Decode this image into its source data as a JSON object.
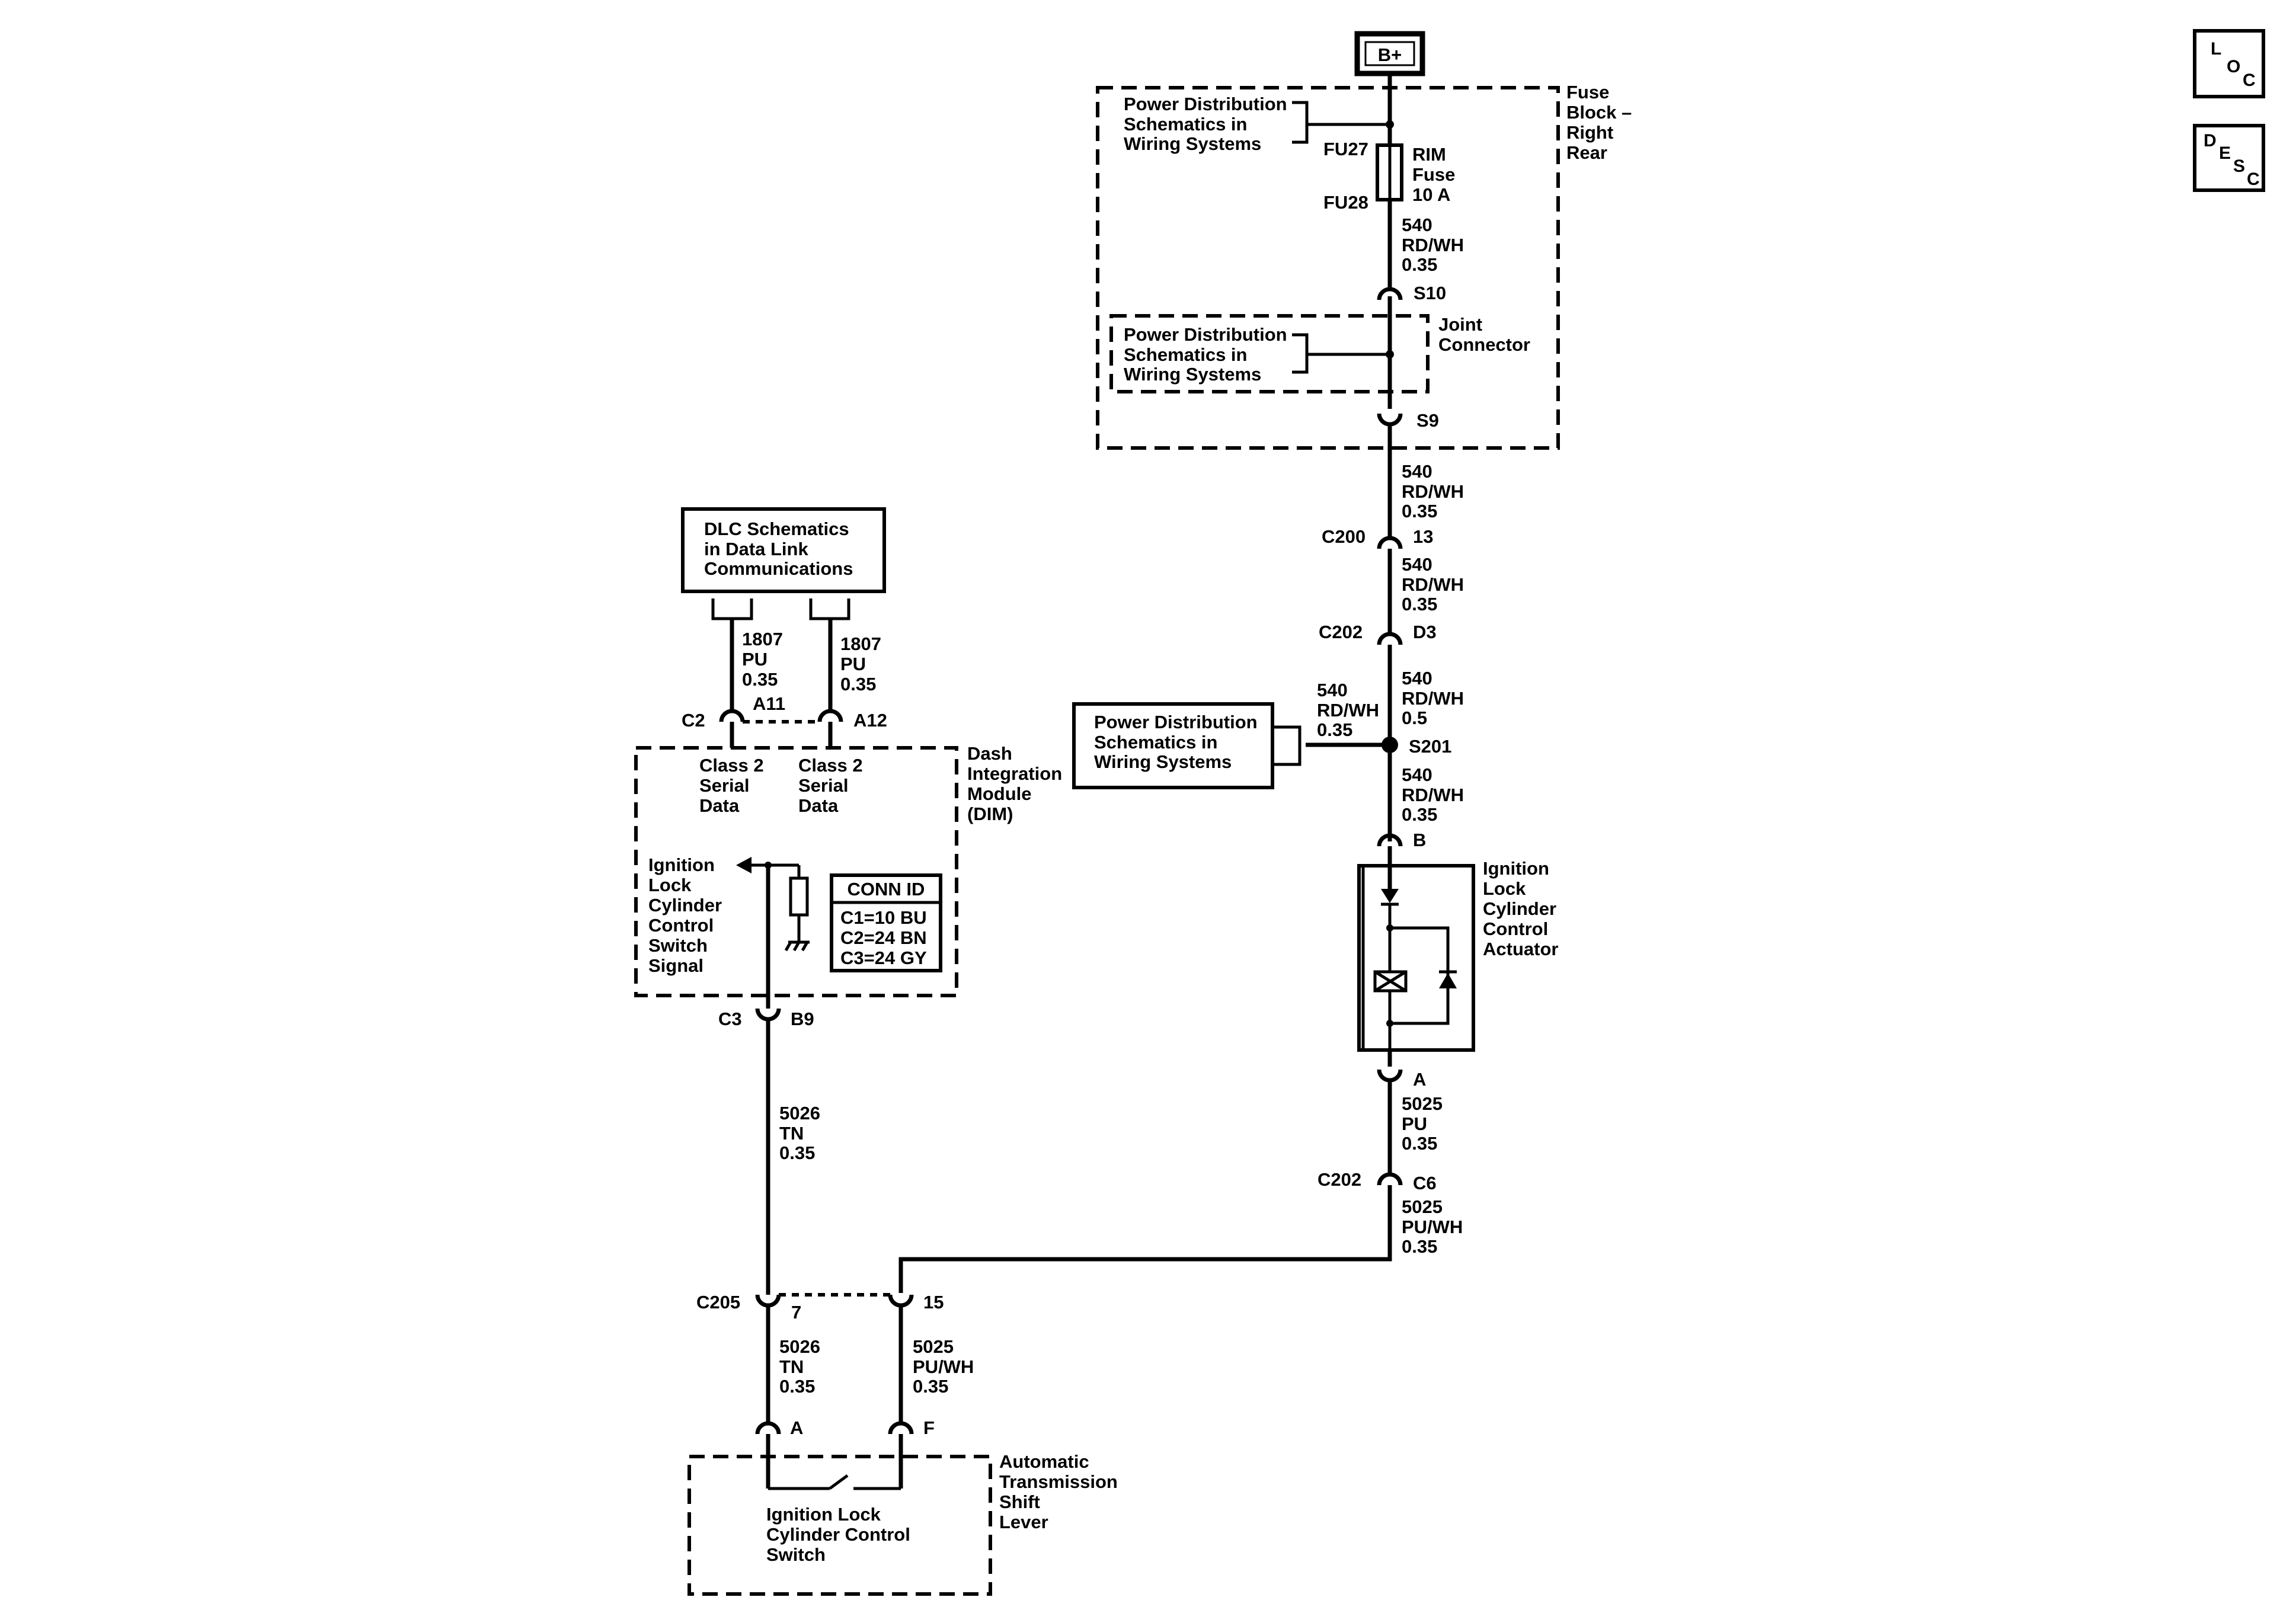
{
  "nav": {
    "loc": {
      "l": "L",
      "o": "O",
      "c": "C"
    },
    "desc": {
      "d": "D",
      "e": "E",
      "s": "S",
      "c": "C"
    }
  },
  "power": {
    "battery": "B+"
  },
  "fuse_block": {
    "title": [
      "Fuse",
      "Block –",
      "Right",
      "Rear"
    ],
    "pd_ref": [
      "Power Distribution",
      "Schematics in",
      "Wiring Systems"
    ],
    "fuse_in": "FU27",
    "fuse_out": "FU28",
    "fuse_label": [
      "RIM",
      "Fuse",
      "10 A"
    ],
    "splice_top": "S10",
    "splice_bottom": "S9",
    "joint_connector": [
      "Joint",
      "Connector"
    ],
    "joint_pd_ref": [
      "Power Distribution",
      "Schematics in",
      "Wiring Systems"
    ]
  },
  "wires": {
    "w540_a": [
      "540",
      "RD/WH",
      "0.35"
    ],
    "w540_b": [
      "540",
      "RD/WH",
      "0.35"
    ],
    "w540_c": [
      "540",
      "RD/WH",
      "0.35"
    ],
    "w540_d": [
      "540",
      "RD/WH",
      "0.5"
    ],
    "w540_e": [
      "540",
      "RD/WH",
      "0.35"
    ],
    "w540_branch": [
      "540",
      "RD/WH",
      "0.35"
    ],
    "w5025_a": [
      "5025",
      "PU",
      "0.35"
    ],
    "w5025_b": [
      "5025",
      "PU/WH",
      "0.35"
    ],
    "w5025_c": [
      "5025",
      "PU/WH",
      "0.35"
    ],
    "w5026_a": [
      "5026",
      "TN",
      "0.35"
    ],
    "w5026_b": [
      "5026",
      "TN",
      "0.35"
    ],
    "w1807_a": [
      "1807",
      "PU",
      "0.35"
    ],
    "w1807_b": [
      "1807",
      "PU",
      "0.35"
    ]
  },
  "connectors": {
    "c200": "C200",
    "c200_pin": "13",
    "c202_top": "C202",
    "c202_top_pin": "D3",
    "s201": "S201",
    "actuator_pin_top": "B",
    "actuator_pin_bottom": "A",
    "c202_bottom": "C202",
    "c202_bottom_pin": "C6",
    "c205": "C205",
    "c205_pin_a": "7",
    "c205_pin_b": "15",
    "shift_pin_a": "A",
    "shift_pin_f": "F",
    "c2": "C2",
    "c2_pin_a": "A11",
    "c2_pin_b": "A12",
    "c3": "C3",
    "c3_pin": "B9"
  },
  "pd_ref_splice": [
    "Power Distribution",
    "Schematics in",
    "Wiring Systems"
  ],
  "actuator": {
    "label": [
      "Ignition",
      "Lock",
      "Cylinder",
      "Control",
      "Actuator"
    ]
  },
  "dlc": {
    "label": [
      "DLC Schematics",
      "in Data Link",
      "Communications"
    ]
  },
  "dim": {
    "title": [
      "Dash",
      "Integration",
      "Module",
      "(DIM)"
    ],
    "class2_a": [
      "Class 2",
      "Serial",
      "Data"
    ],
    "class2_b": [
      "Class 2",
      "Serial",
      "Data"
    ],
    "signal": [
      "Ignition",
      "Lock",
      "Cylinder",
      "Control",
      "Switch",
      "Signal"
    ],
    "conn_id_title": "CONN ID",
    "conn_id": [
      "C1=10 BU",
      "C2=24 BN",
      "C3=24 GY"
    ]
  },
  "shift_lever": {
    "title": [
      "Automatic",
      "Transmission",
      "Shift",
      "Lever"
    ],
    "switch": [
      "Ignition Lock",
      "Cylinder Control",
      "Switch"
    ]
  }
}
